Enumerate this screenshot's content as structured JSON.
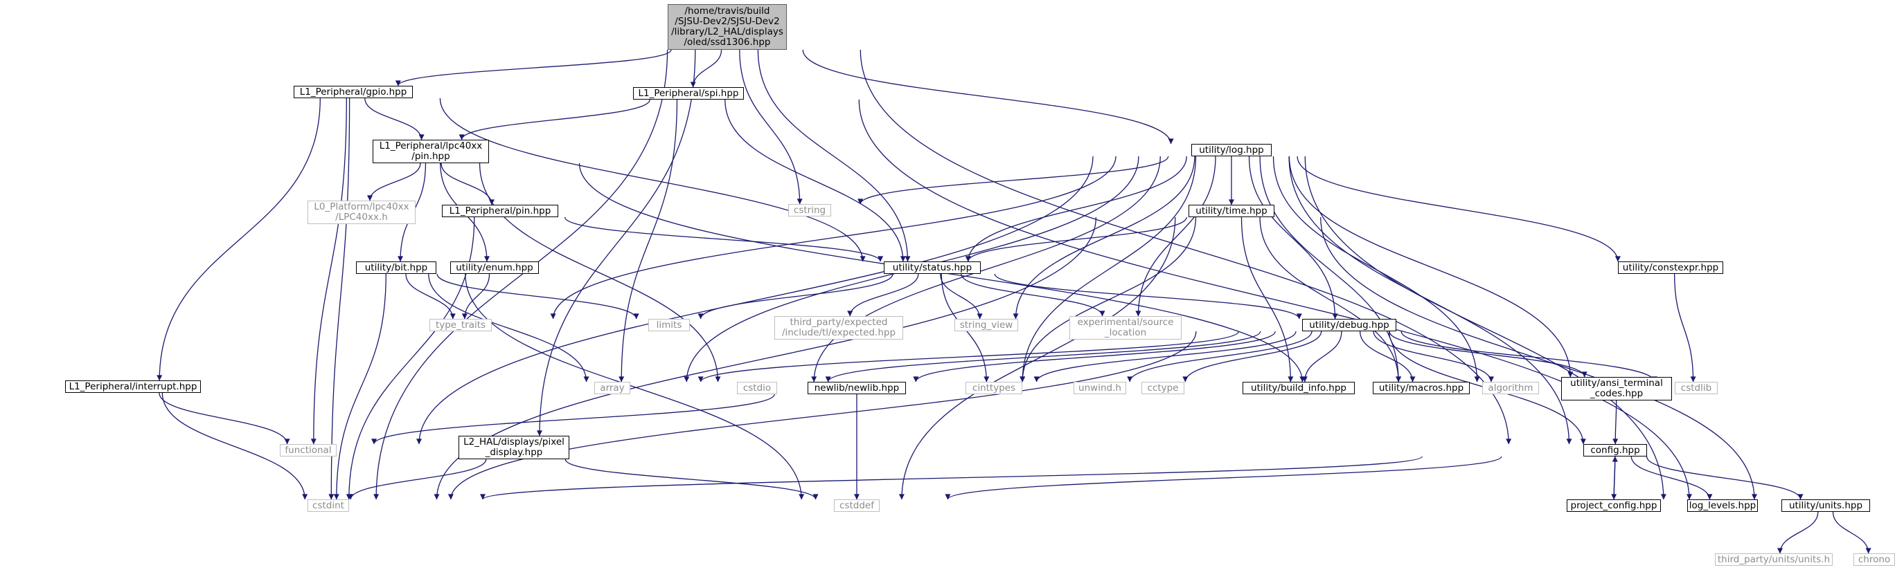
{
  "graph": {
    "edge_color": "#191970",
    "nodes": [
      {
        "id": "ssd1306",
        "label": "/home/travis/build\n/SJSU-Dev2/SJSU-Dev2\n/library/L2_HAL/displays\n/oled/ssd1306.hpp",
        "kind": "root"
      },
      {
        "id": "gpio",
        "label": "L1_Peripheral/gpio.hpp",
        "kind": "doc"
      },
      {
        "id": "spi",
        "label": "L1_Peripheral/spi.hpp",
        "kind": "doc"
      },
      {
        "id": "lpc_pin",
        "label": "L1_Peripheral/lpc40xx\n/pin.hpp",
        "kind": "doc"
      },
      {
        "id": "log",
        "label": "utility/log.hpp",
        "kind": "doc"
      },
      {
        "id": "cstring",
        "label": "cstring",
        "kind": "ext"
      },
      {
        "id": "lpc40xx_h",
        "label": "L0_Platform/lpc40xx\n/LPC40xx.h",
        "kind": "ext"
      },
      {
        "id": "pin",
        "label": "L1_Peripheral/pin.hpp",
        "kind": "doc"
      },
      {
        "id": "time",
        "label": "utility/time.hpp",
        "kind": "doc"
      },
      {
        "id": "bit",
        "label": "utility/bit.hpp",
        "kind": "doc"
      },
      {
        "id": "enum",
        "label": "utility/enum.hpp",
        "kind": "doc"
      },
      {
        "id": "status",
        "label": "utility/status.hpp",
        "kind": "doc"
      },
      {
        "id": "constexpr",
        "label": "utility/constexpr.hpp",
        "kind": "doc"
      },
      {
        "id": "type_traits",
        "label": "type_traits",
        "kind": "ext"
      },
      {
        "id": "limits",
        "label": "limits",
        "kind": "ext"
      },
      {
        "id": "expected",
        "label": "third_party/expected\n/include/tl/expected.hpp",
        "kind": "ext"
      },
      {
        "id": "string_view",
        "label": "string_view",
        "kind": "ext"
      },
      {
        "id": "source_location",
        "label": "experimental/source\n_location",
        "kind": "ext"
      },
      {
        "id": "debug",
        "label": "utility/debug.hpp",
        "kind": "doc"
      },
      {
        "id": "interrupt",
        "label": "L1_Peripheral/interrupt.hpp",
        "kind": "doc"
      },
      {
        "id": "array",
        "label": "array",
        "kind": "ext"
      },
      {
        "id": "cstdio",
        "label": "cstdio",
        "kind": "ext"
      },
      {
        "id": "newlib",
        "label": "newlib/newlib.hpp",
        "kind": "doc"
      },
      {
        "id": "cinttypes",
        "label": "cinttypes",
        "kind": "ext"
      },
      {
        "id": "unwind",
        "label": "unwind.h",
        "kind": "ext"
      },
      {
        "id": "cctype",
        "label": "cctype",
        "kind": "ext"
      },
      {
        "id": "build_info",
        "label": "utility/build_info.hpp",
        "kind": "doc"
      },
      {
        "id": "macros",
        "label": "utility/macros.hpp",
        "kind": "doc"
      },
      {
        "id": "algorithm",
        "label": "algorithm",
        "kind": "ext"
      },
      {
        "id": "ansi",
        "label": "utility/ansi_terminal\n_codes.hpp",
        "kind": "doc"
      },
      {
        "id": "cstdlib",
        "label": "cstdlib",
        "kind": "ext"
      },
      {
        "id": "functional",
        "label": "functional",
        "kind": "ext"
      },
      {
        "id": "pixel_display",
        "label": "L2_HAL/displays/pixel\n_display.hpp",
        "kind": "doc"
      },
      {
        "id": "config",
        "label": "config.hpp",
        "kind": "doc"
      },
      {
        "id": "cstdint",
        "label": "cstdint",
        "kind": "ext"
      },
      {
        "id": "cstddef",
        "label": "cstddef",
        "kind": "ext"
      },
      {
        "id": "project_config",
        "label": "project_config.hpp",
        "kind": "doc"
      },
      {
        "id": "log_levels",
        "label": "log_levels.hpp",
        "kind": "doc"
      },
      {
        "id": "units",
        "label": "utility/units.hpp",
        "kind": "doc"
      },
      {
        "id": "units_h",
        "label": "third_party/units/units.h",
        "kind": "ext"
      },
      {
        "id": "chrono",
        "label": "chrono",
        "kind": "ext"
      }
    ],
    "edges": [
      [
        "ssd1306",
        "gpio"
      ],
      [
        "ssd1306",
        "spi"
      ],
      [
        "ssd1306",
        "log"
      ],
      [
        "ssd1306",
        "cstring"
      ],
      [
        "ssd1306",
        "cstdint"
      ],
      [
        "ssd1306",
        "pixel_display"
      ],
      [
        "ssd1306",
        "config"
      ],
      [
        "ssd1306",
        "status"
      ],
      [
        "gpio",
        "lpc_pin"
      ],
      [
        "gpio",
        "interrupt"
      ],
      [
        "gpio",
        "functional"
      ],
      [
        "gpio",
        "cstdint"
      ],
      [
        "gpio",
        "status"
      ],
      [
        "spi",
        "lpc_pin"
      ],
      [
        "spi",
        "array"
      ],
      [
        "spi",
        "status"
      ],
      [
        "spi",
        "units"
      ],
      [
        "lpc_pin",
        "lpc40xx_h"
      ],
      [
        "lpc_pin",
        "pin"
      ],
      [
        "lpc_pin",
        "bit"
      ],
      [
        "lpc_pin",
        "enum"
      ],
      [
        "lpc_pin",
        "macros"
      ],
      [
        "lpc_pin",
        "cstdio"
      ],
      [
        "pin",
        "status"
      ],
      [
        "pin",
        "cstdint"
      ],
      [
        "log",
        "time"
      ],
      [
        "log",
        "status"
      ],
      [
        "log",
        "debug"
      ],
      [
        "log",
        "constexpr"
      ],
      [
        "log",
        "cstring"
      ],
      [
        "log",
        "type_traits"
      ],
      [
        "log",
        "cstdio"
      ],
      [
        "log",
        "string_view"
      ],
      [
        "log",
        "source_location"
      ],
      [
        "log",
        "cinttypes"
      ],
      [
        "log",
        "algorithm"
      ],
      [
        "log",
        "macros"
      ],
      [
        "log",
        "ansi"
      ],
      [
        "log",
        "config"
      ],
      [
        "log",
        "log_levels"
      ],
      [
        "log",
        "functional"
      ],
      [
        "log",
        "array"
      ],
      [
        "time",
        "status"
      ],
      [
        "time",
        "units"
      ],
      [
        "time",
        "macros"
      ],
      [
        "time",
        "build_info"
      ],
      [
        "time",
        "cinttypes"
      ],
      [
        "time",
        "cstdint"
      ],
      [
        "time",
        "cstddef"
      ],
      [
        "bit",
        "type_traits"
      ],
      [
        "bit",
        "limits"
      ],
      [
        "bit",
        "array"
      ],
      [
        "bit",
        "cstdint"
      ],
      [
        "bit",
        "cstddef"
      ],
      [
        "enum",
        "type_traits"
      ],
      [
        "status",
        "expected"
      ],
      [
        "status",
        "limits"
      ],
      [
        "status",
        "string_view"
      ],
      [
        "status",
        "source_location"
      ],
      [
        "status",
        "debug"
      ],
      [
        "status",
        "cinttypes"
      ],
      [
        "constexpr",
        "cstdlib"
      ],
      [
        "debug",
        "array"
      ],
      [
        "debug",
        "cstdio"
      ],
      [
        "debug",
        "newlib"
      ],
      [
        "debug",
        "cinttypes"
      ],
      [
        "debug",
        "unwind"
      ],
      [
        "debug",
        "cctype"
      ],
      [
        "debug",
        "build_info"
      ],
      [
        "debug",
        "macros"
      ],
      [
        "debug",
        "algorithm"
      ],
      [
        "debug",
        "ansi"
      ],
      [
        "debug",
        "cstdlib"
      ],
      [
        "debug",
        "config"
      ],
      [
        "debug",
        "cstdint"
      ],
      [
        "interrupt",
        "functional"
      ],
      [
        "interrupt",
        "cstdint"
      ],
      [
        "newlib",
        "functional"
      ],
      [
        "newlib",
        "cstddef"
      ],
      [
        "pixel_display",
        "cstdint"
      ],
      [
        "pixel_display",
        "cstddef"
      ],
      [
        "ansi",
        "config"
      ],
      [
        "config",
        "cstdint"
      ],
      [
        "config",
        "cstddef"
      ],
      [
        "config",
        "project_config"
      ],
      [
        "config",
        "log_levels"
      ],
      [
        "config",
        "units"
      ],
      [
        "project_config",
        "config"
      ],
      [
        "units",
        "units_h"
      ],
      [
        "units",
        "chrono"
      ]
    ]
  }
}
